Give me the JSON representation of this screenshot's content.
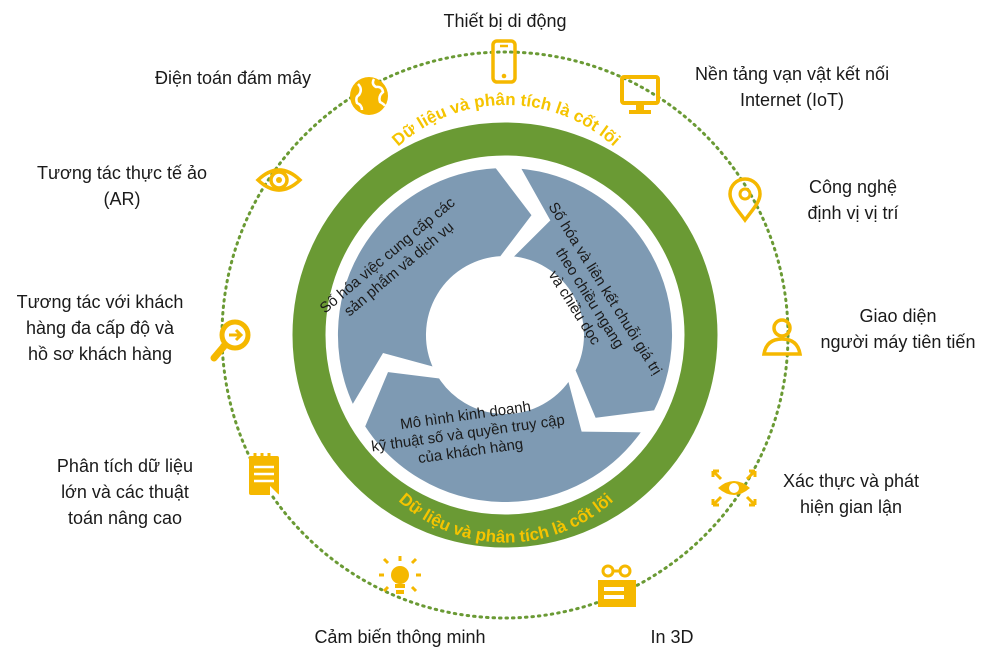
{
  "ring_text_top": "Dữ liệu và phân tích là cốt lõi",
  "ring_text_bottom": "Dữ liệu và phân tích là cốt lõi",
  "segments": [
    {
      "lines": [
        "Số hóa việc cung cấp các",
        "sản phẩm  và dịch vụ"
      ]
    },
    {
      "lines": [
        "Số hóa và liên kết chuỗi giá trị",
        "theo chiều ngang",
        "và chiều dọc"
      ]
    },
    {
      "lines": [
        "Mô hình kinh doanh",
        "kỹ thuật số và quyền truy cập",
        "của khách hàng"
      ]
    }
  ],
  "technologies": [
    {
      "icon": "mobile-phone-icon",
      "lines": [
        "Thiết bị di động"
      ]
    },
    {
      "icon": "monitor-icon",
      "lines": [
        "Nền tảng vạn vật kết nối",
        "Internet (IoT)"
      ]
    },
    {
      "icon": "location-pin-icon",
      "lines": [
        "Công nghệ",
        "định vị vị trí"
      ]
    },
    {
      "icon": "person-icon",
      "lines": [
        "Giao diện",
        "người máy tiên tiến"
      ]
    },
    {
      "icon": "eye-scan-icon",
      "lines": [
        "Xác thực và phát",
        "hiện gian lận"
      ]
    },
    {
      "icon": "printer-3d-icon",
      "lines": [
        "In 3D"
      ]
    },
    {
      "icon": "light-bulb-icon",
      "lines": [
        "Cảm biến thông minh"
      ]
    },
    {
      "icon": "notepad-icon",
      "lines": [
        "Phân tích dữ liệu",
        "lớn và các thuật",
        "toán nâng cao"
      ]
    },
    {
      "icon": "magnifier-icon",
      "lines": [
        "Tương tác với khách",
        "hàng đa cấp độ và",
        "hồ sơ khách hàng"
      ]
    },
    {
      "icon": "eye-icon",
      "lines": [
        "Tương tác thực tế ảo",
        "(AR)"
      ]
    },
    {
      "icon": "globe-icon",
      "lines": [
        "Điện toán đám mây"
      ]
    }
  ],
  "colors": {
    "accent": "#F5B800",
    "ring_green": "#6A9A34",
    "dotted_circle": "#6A9A34",
    "segment_fill": "#7E9AB3",
    "ring_text": "#F5C400",
    "label_text": "#1a1a1a",
    "segment_text": "#1a1a1a"
  }
}
